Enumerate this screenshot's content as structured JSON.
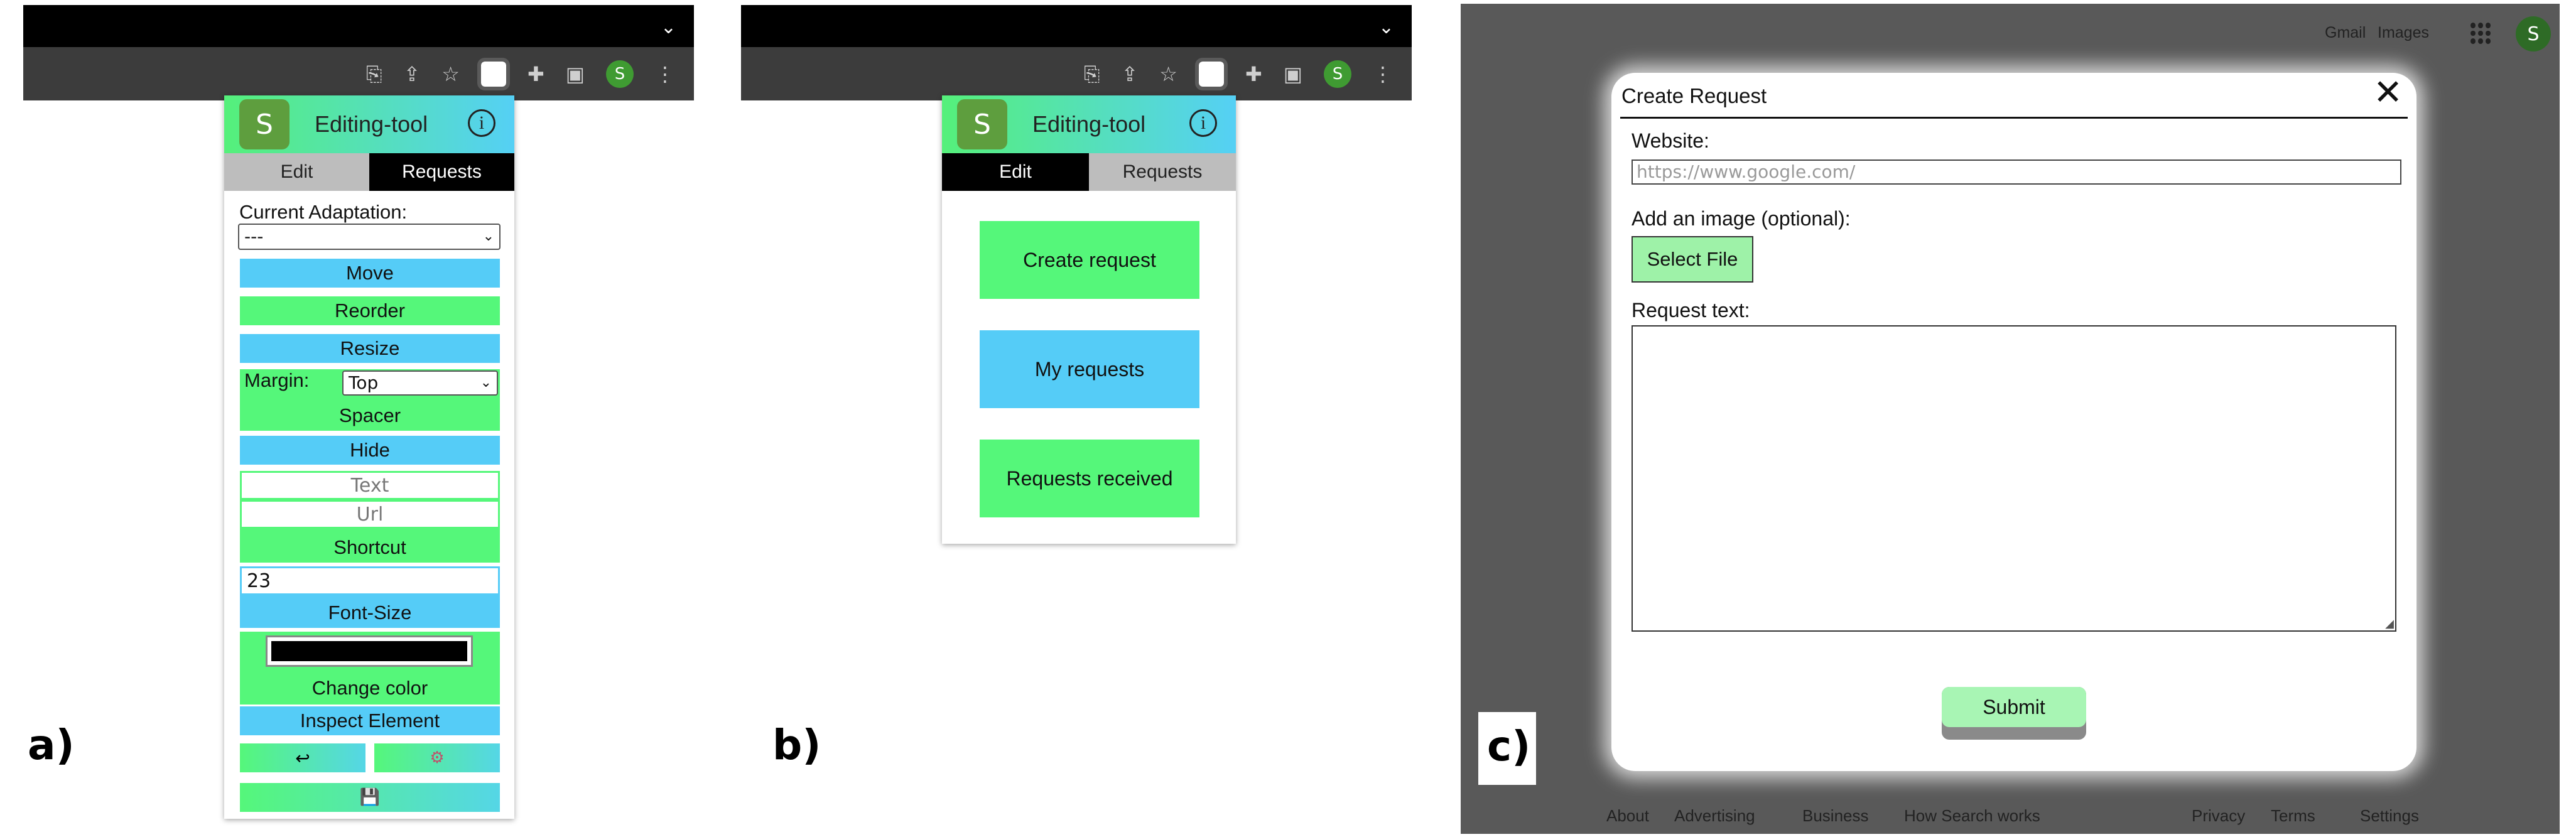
{
  "panel_a": {
    "label": "a)",
    "app_title": "Editing-tool",
    "logo_letter": "S",
    "tabs": [
      "Edit",
      "Requests"
    ],
    "current_adaptation_label": "Current Adaptation:",
    "adaptation_value": "---",
    "buttons": {
      "move": "Move",
      "reorder": "Reorder",
      "resize": "Resize",
      "margin_label": "Margin:",
      "margin_value": "Top",
      "spacer": "Spacer",
      "hide": "Hide",
      "text_placeholder": "Text",
      "url_placeholder": "Url",
      "shortcut": "Shortcut",
      "font_size_value": "23",
      "font_size": "Font-Size",
      "change_color": "Change color",
      "inspect_element": "Inspect Element",
      "undo_icon": "↩",
      "settings_icon": "⚙",
      "save_icon": "💾"
    },
    "color_swatch": "#000000"
  },
  "panel_b": {
    "label": "b)",
    "app_title": "Editing-tool",
    "logo_letter": "S",
    "tabs": [
      "Edit",
      "Requests"
    ],
    "buttons": [
      "Create request",
      "My requests",
      "Requests received"
    ]
  },
  "panel_c": {
    "label": "c)",
    "top_links": [
      "Gmail",
      "Images"
    ],
    "avatar_letter": "S",
    "footer_left": [
      "About",
      "Advertising",
      "Business",
      "How Search works"
    ],
    "footer_right": [
      "Privacy",
      "Terms",
      "Settings"
    ],
    "modal": {
      "title": "Create Request",
      "close_icon": "✕",
      "website_label": "Website:",
      "website_placeholder": "https://www.google.com/",
      "image_label": "Add an image (optional):",
      "select_file": "Select File",
      "request_text_label": "Request text:",
      "submit": "Submit"
    }
  },
  "browser": {
    "avatar_letter": "S",
    "chevron": "⌄"
  },
  "colors": {
    "blue": "#55ccf7",
    "green": "#55f77a",
    "dim_background": "#595959"
  }
}
